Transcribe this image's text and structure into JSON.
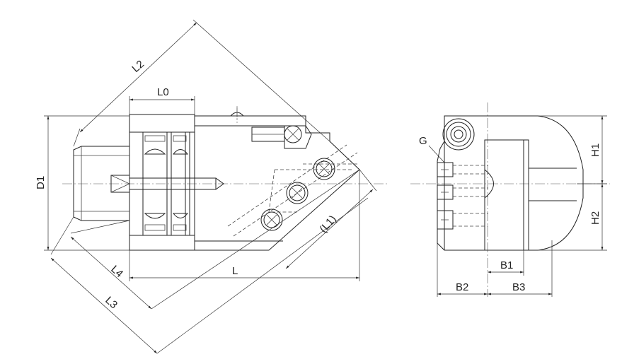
{
  "labels": {
    "L2": "L2",
    "L0": "L0",
    "D1": "D1",
    "L4": "L4",
    "L3": "L3",
    "L": "L",
    "L1": "(L1)",
    "G": "G",
    "H1": "H1",
    "H2": "H2",
    "B1": "B1",
    "B2": "B2",
    "B3": "B3"
  },
  "colors": {
    "line": "#222222",
    "background": "#ffffff"
  }
}
